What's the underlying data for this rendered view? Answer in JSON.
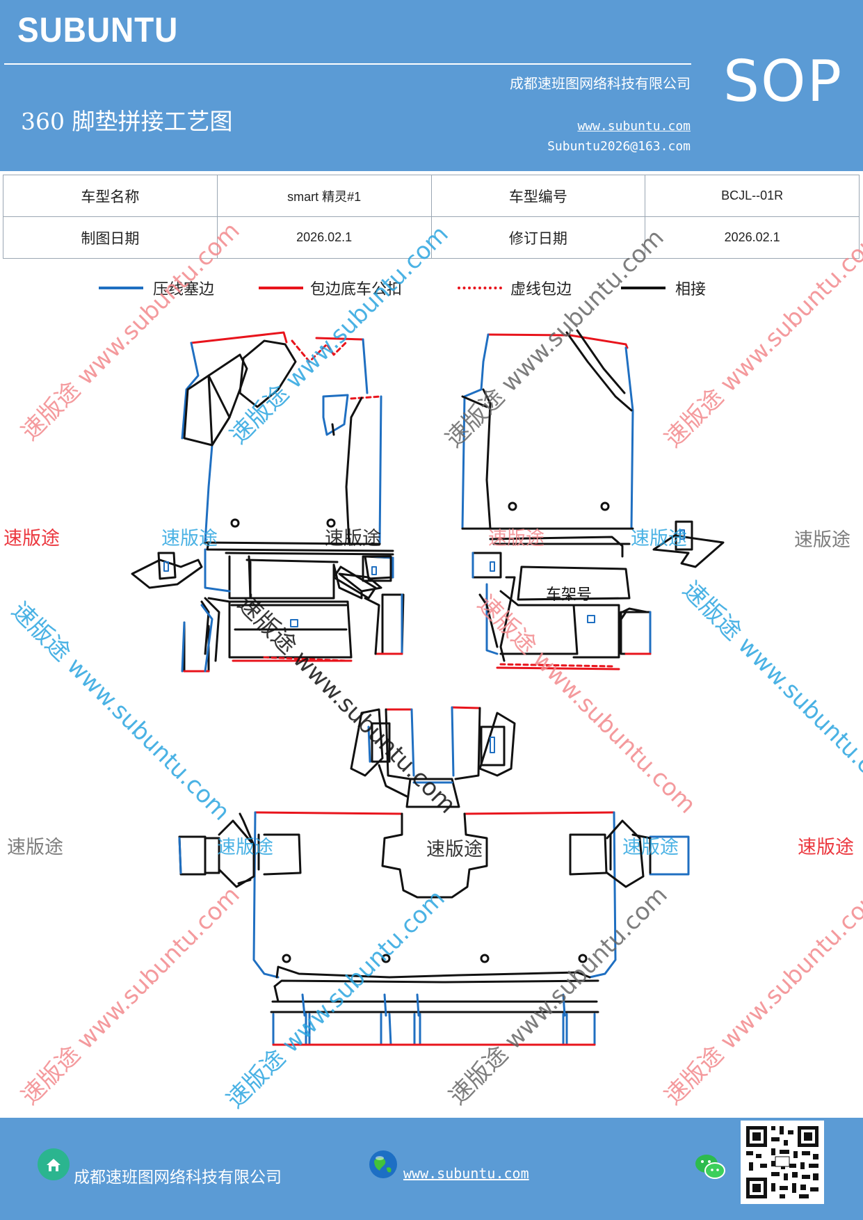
{
  "header": {
    "brand": "SUBUNTU",
    "company": "成都速班图网络科技有限公司",
    "title": "360 脚垫拼接工艺图",
    "website": "www.subuntu.com",
    "email": "Subuntu2026@163.com",
    "sop": "SOP"
  },
  "info_table": {
    "rows": [
      {
        "label1": "车型名称",
        "value1": "smart 精灵#1",
        "label2": "车型编号",
        "value2": "BCJL--01R"
      },
      {
        "label1": "制图日期",
        "value1": "2026.02.1",
        "label2": "修订日期",
        "value2": "2026.02.1"
      }
    ]
  },
  "legend": [
    {
      "label": "压线塞边",
      "color": "#1f6fc1",
      "style": "solid"
    },
    {
      "label": "包边底车公扣",
      "color": "#e8141c",
      "style": "solid"
    },
    {
      "label": "虚线包边",
      "color": "#e8141c",
      "style": "dashed"
    },
    {
      "label": "相接",
      "color": "#111111",
      "style": "solid"
    }
  ],
  "diagram": {
    "frame_label": "车架号",
    "watermark_brand": "速版途",
    "watermark_url": "速版途 www.subuntu.com",
    "colors": {
      "blue": "#1f6fc1",
      "red": "#e8141c",
      "black": "#111111",
      "wm_red": "#f2888c",
      "wm_blue": "#2aa4e0",
      "wm_gray": "#666666"
    }
  },
  "footer": {
    "company": "成都速班图网络科技有限公司",
    "website": "www.subuntu.com",
    "icons": [
      "company-icon",
      "globe-icon",
      "wechat-icon",
      "qr-code"
    ]
  }
}
